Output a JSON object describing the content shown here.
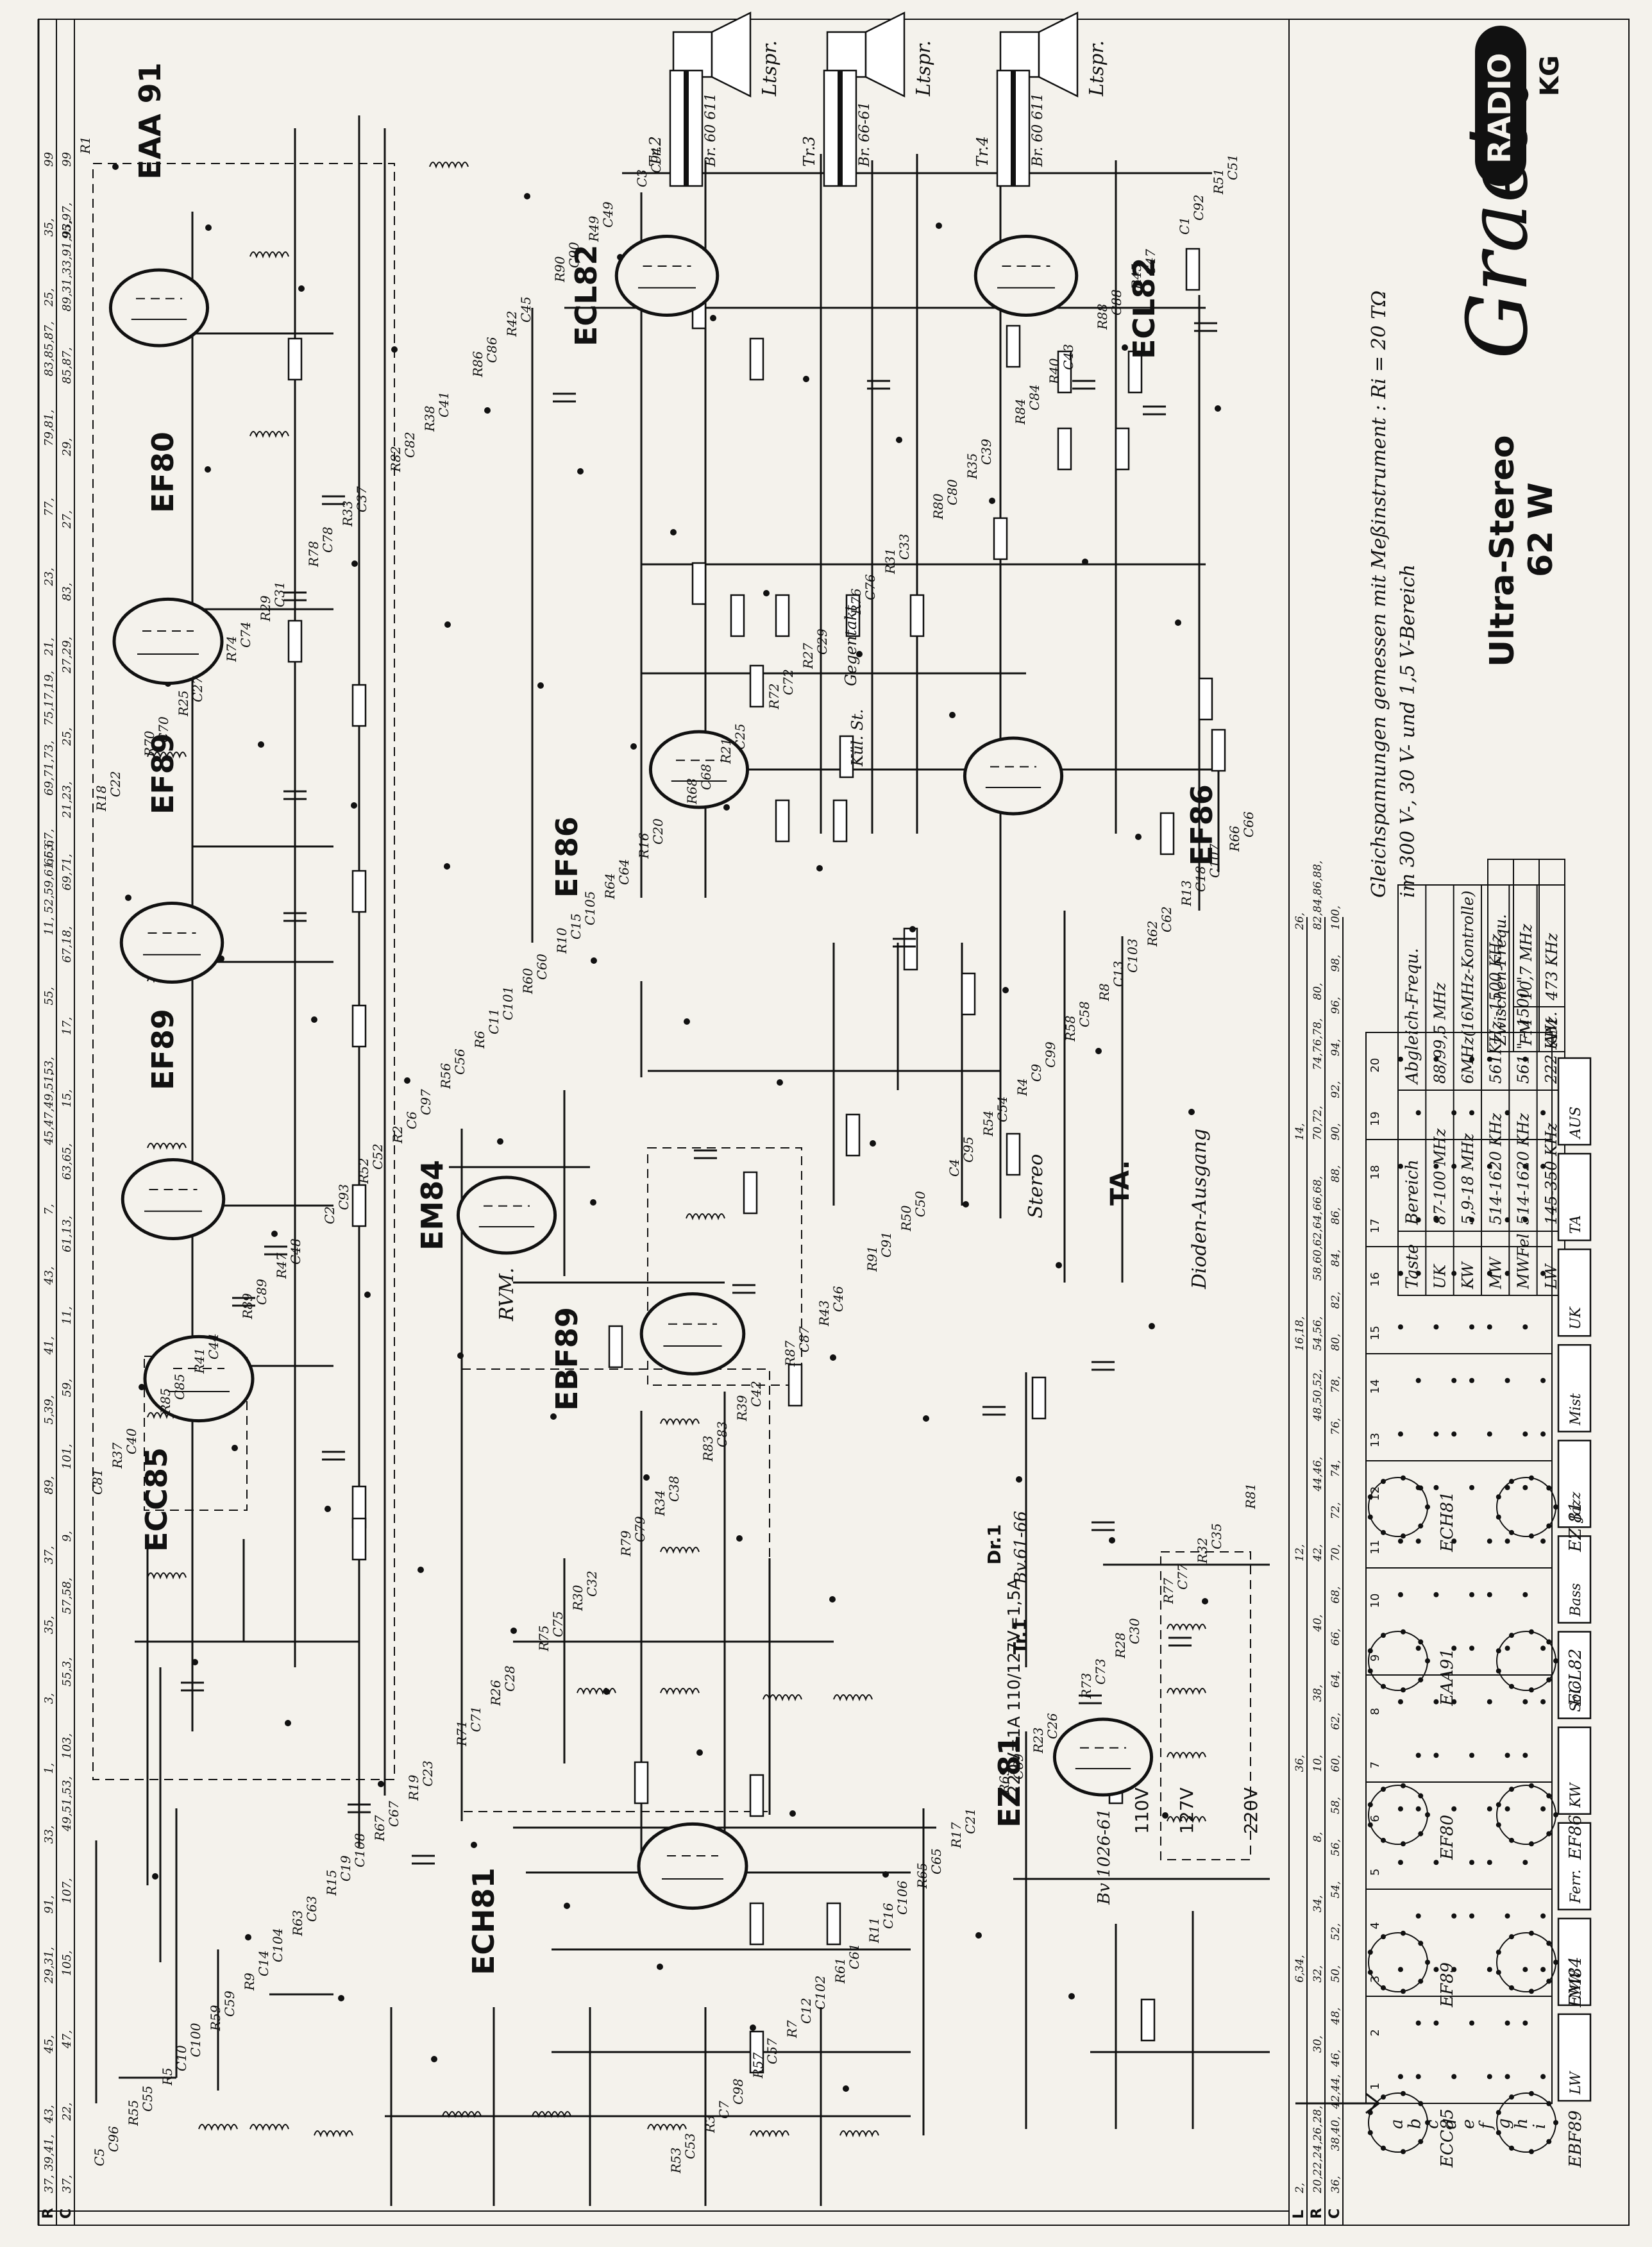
{
  "brand": {
    "logo_text": "Graetz",
    "badge": "RADIO",
    "suffix": "KG",
    "model_line1": "Ultra-Stereo",
    "model_line2": "62 W"
  },
  "measurement_note": {
    "line1": "Gleichspannungen gemessen mit Meßinstrument : Ri = 20 TΩ",
    "line2": "im 300 V-, 30 V- und 1,5 V-Bereich"
  },
  "frequency_table": {
    "headers": [
      "Taste",
      "Bereich",
      "Abgleich-Frequ."
    ],
    "rows": [
      [
        "UK",
        "87-100 MHz",
        "88/99,5 MHz"
      ],
      [
        "KW",
        "5,9-18 MHz",
        "6MHz(16MHz-Kontrolle)"
      ],
      [
        "MW",
        "514-1620 KHz",
        "561KHz.-1500 KHz."
      ],
      [
        "MWFel",
        "514-1620 KHz",
        "561 \" - 1500 \""
      ],
      [
        "LW",
        "145-350 KHz",
        "222 KHz."
      ]
    ]
  },
  "if_table": {
    "header": "Zwischen-Frequ.",
    "rows": [
      [
        "FM",
        "10,7 MHz"
      ],
      [
        "AM",
        "473 KHz"
      ]
    ]
  },
  "tubes": [
    {
      "id": "EAA91",
      "label": "EAA 91"
    },
    {
      "id": "EF80",
      "label": "EF80"
    },
    {
      "id": "EF89a",
      "label": "EF89"
    },
    {
      "id": "EF89b",
      "label": "EF89"
    },
    {
      "id": "ECC85",
      "label": "ECC85"
    },
    {
      "id": "ECL82a",
      "label": "ECL82"
    },
    {
      "id": "ECL82b",
      "label": "ECL82"
    },
    {
      "id": "EF86a",
      "label": "EF86"
    },
    {
      "id": "EF86b",
      "label": "EF86"
    },
    {
      "id": "EM84",
      "label": "EM84"
    },
    {
      "id": "EBF89",
      "label": "EBF89"
    },
    {
      "id": "ECH81",
      "label": "ECH81"
    },
    {
      "id": "EZ81",
      "label": "EZ 81"
    }
  ],
  "pinouts": [
    {
      "label": "ECC85"
    },
    {
      "label": "EF89"
    },
    {
      "label": "EF80"
    },
    {
      "label": "EAA91"
    },
    {
      "label": "ECH81"
    },
    {
      "label": "EBF89"
    },
    {
      "label": "EM84"
    },
    {
      "label": "EF86"
    },
    {
      "label": "ECL82"
    },
    {
      "label": "EZ 81"
    }
  ],
  "speakers": [
    {
      "label": "Ltspr."
    },
    {
      "label": "Ltspr."
    },
    {
      "label": "Ltspr."
    }
  ],
  "transformers": [
    {
      "id": "Tr.2",
      "part": "Br. 60 611"
    },
    {
      "id": "Tr.3",
      "part": "Br. 66-61"
    },
    {
      "id": "Tr.4",
      "part": "Br. 60 611"
    }
  ],
  "buttons": [
    "LW",
    "MW",
    "Ferr.",
    "KW",
    "Solo",
    "Bass",
    "Jazz",
    "Mist",
    "UK",
    "TA",
    "AUS"
  ],
  "switch_rows": [
    "a",
    "b",
    "c",
    "d",
    "e",
    "f",
    "g",
    "h",
    "i"
  ],
  "switch_cols": [
    "1",
    "2",
    "3",
    "4",
    "5",
    "6",
    "7",
    "8",
    "9",
    "10",
    "11",
    "12",
    "13",
    "14",
    "15",
    "16",
    "17",
    "18",
    "19",
    "20"
  ],
  "annotations": {
    "stereo": "Stereo",
    "ta": "TA.",
    "dioden": "Dioden-Ausgang",
    "rvm": "RVM.",
    "mains": [
      "220V",
      "127V",
      "110V"
    ],
    "fuse": "220V=1A 110/127V=1,5A",
    "tr1": "Tr.1",
    "tr1_part": "Bv 1026-61",
    "dr1": "Dr.1",
    "dr1_part": "Bv.61-66",
    "gegentakt": "Gegentakt",
    "kul_st": "Kül. St."
  },
  "strip_labels": [
    "R",
    "C",
    "L"
  ],
  "strip_values_top_r": [
    "37, 39,41,",
    "43,",
    "45,",
    "29,31,",
    "91,",
    "33,",
    "1,",
    "3,",
    "35,",
    "37,",
    "89,",
    "5,39,",
    "41,",
    "43,",
    "7,",
    "45,47,49,51,",
    "53,",
    "55,",
    "11, 52,59,61,63,",
    "65,67,",
    "69,71,73,",
    "75,17,19,",
    "21,",
    "23,",
    "77,",
    "79,81,",
    "83,85,87,",
    "25,",
    "35,",
    "99"
  ],
  "strip_values_top_c": [
    "37,",
    "22,",
    "47,",
    "105,",
    "107,",
    "49,51,53,",
    "103,",
    "55,3,",
    "57,58,",
    "9,",
    "101,",
    "59,",
    "11,",
    "61,13,",
    "63,65,",
    "15,",
    "17,",
    "67,18,",
    "69,71,",
    "21,23,",
    "25,",
    "27,29,",
    "83,",
    "27,",
    "29,",
    "85,87,",
    "89,31,33,91,93,",
    "95,97,",
    "99"
  ],
  "strip_values_bottom_l": [
    "2,",
    "6,34,",
    "36,",
    "12,",
    "16,18,",
    "14,",
    "26,"
  ],
  "strip_values_bottom_r": [
    "20,22,24,26,",
    "28,",
    "30,",
    "32,",
    "34,",
    "8,",
    "10,",
    "38,",
    "40,",
    "42,",
    "44,46,",
    "48,50,52,",
    "54,56,",
    "58,60,62,64,",
    "66,68,",
    "70,72,",
    "74,76,78,",
    "80,",
    "82,84,86,88,"
  ],
  "strip_values_bottom_c": [
    "36,",
    "38,40,",
    "42,44,",
    "46,",
    "48,",
    "50,",
    "52,",
    "54,",
    "56,",
    "58,",
    "60,",
    "62,",
    "64,",
    "66,",
    "68,",
    "70,",
    "72,",
    "74,",
    "76,",
    "78,",
    "80,",
    "82,",
    "84,",
    "86,",
    "88,",
    "90,",
    "92,",
    "94,",
    "96,",
    "98,",
    "100,"
  ],
  "components": [
    "R1",
    "R2",
    "R3",
    "R4",
    "R5",
    "R6",
    "R7",
    "R8",
    "R9",
    "R10",
    "R11",
    "R13",
    "R15",
    "R16",
    "R17",
    "R18",
    "R19",
    "R21",
    "R23",
    "R25",
    "R26",
    "R27",
    "R28",
    "R29",
    "R30",
    "R31",
    "R32",
    "R33",
    "R34",
    "R35",
    "R37",
    "R38",
    "R39",
    "R40",
    "R41",
    "R42",
    "R43",
    "R45",
    "R47",
    "R49",
    "R50",
    "R51",
    "R52",
    "R53",
    "R54",
    "R55",
    "R56",
    "R57",
    "R58",
    "R59",
    "R60",
    "R61",
    "R62",
    "R63",
    "R64",
    "R65",
    "R66",
    "R67",
    "R68",
    "R69",
    "R70",
    "R71",
    "R72",
    "R73",
    "R74",
    "R75",
    "R76",
    "R77",
    "R78",
    "R79",
    "R80",
    "R81",
    "R82",
    "R83",
    "R84",
    "R85",
    "R86",
    "R87",
    "R88",
    "R89",
    "R90",
    "R91",
    "C1",
    "C2",
    "C3",
    "C4",
    "C5",
    "C6",
    "C7",
    "C9",
    "C10",
    "C11",
    "C12",
    "C13",
    "C14",
    "C15",
    "C16",
    "C18",
    "C19",
    "C20",
    "C21",
    "C22",
    "C23",
    "C25",
    "C26",
    "C27",
    "C28",
    "C29",
    "C30",
    "C31",
    "C32",
    "C33",
    "C35",
    "C37",
    "C38",
    "C39",
    "C40",
    "C41",
    "C42",
    "C43",
    "C44",
    "C45",
    "C46",
    "C47",
    "C48",
    "C49",
    "C50",
    "C51",
    "C52",
    "C53",
    "C54",
    "C55",
    "C56",
    "C57",
    "C58",
    "C59",
    "C60",
    "C61",
    "C62",
    "C63",
    "C64",
    "C65",
    "C66",
    "C67",
    "C68",
    "C69",
    "C70",
    "C71",
    "C72",
    "C73",
    "C74",
    "C75",
    "C76",
    "C77",
    "C78",
    "C79",
    "C80",
    "C81",
    "C82",
    "C83",
    "C84",
    "C85",
    "C86",
    "C87",
    "C88",
    "C89",
    "C90",
    "C91",
    "C92",
    "C93",
    "C94",
    "C95",
    "C96",
    "C97",
    "C98",
    "C99",
    "C100",
    "C101",
    "C102",
    "C103",
    "C104",
    "C105",
    "C106",
    "C107",
    "C108"
  ]
}
